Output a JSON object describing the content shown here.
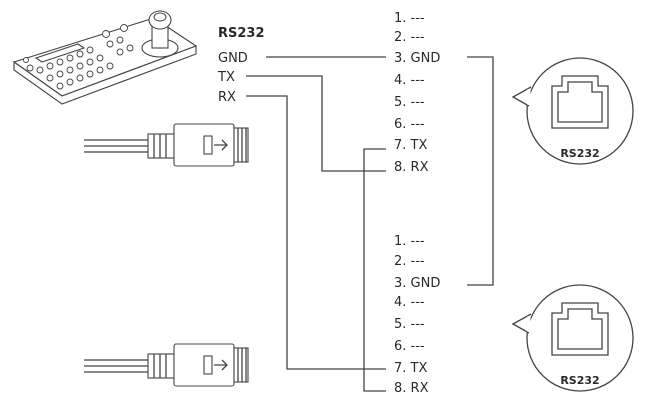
{
  "controller": {
    "header": "RS232",
    "signals": [
      "GND",
      "TX",
      "RX"
    ]
  },
  "block_top": {
    "pins": [
      "1. ---",
      "2. ---",
      "3. GND",
      "4. ---",
      "5. ---",
      "6. ---",
      "7. TX",
      "8. RX"
    ]
  },
  "block_bottom": {
    "pins": [
      "1. ---",
      "2. ---",
      "3. GND",
      "4. ---",
      "5. ---",
      "6. ---",
      "7. TX",
      "8. RX"
    ]
  },
  "port_top": {
    "label": "RS232"
  },
  "port_bottom": {
    "label": "RS232"
  }
}
